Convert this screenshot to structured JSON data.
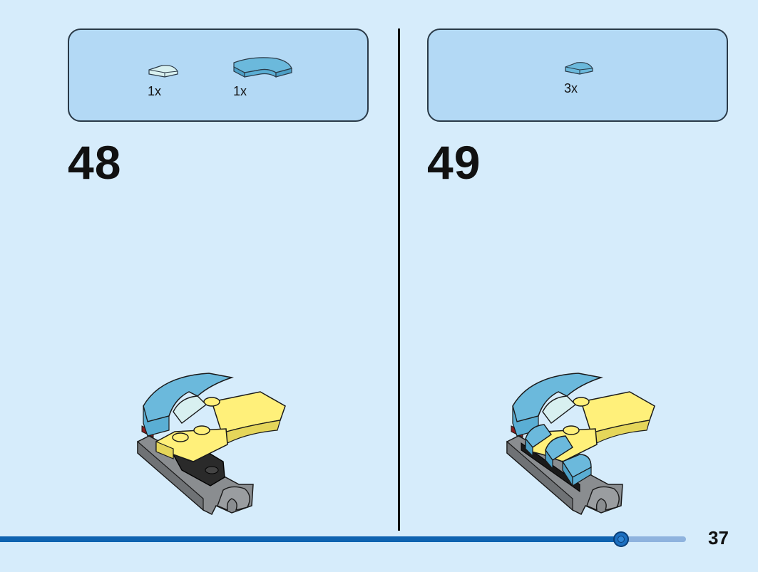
{
  "steps": [
    {
      "number": "48",
      "parts": [
        {
          "icon": "quarter-tile-light-aqua-icon",
          "color": "#d8f0f0",
          "qty": "1x"
        },
        {
          "icon": "curved-tile-medium-azure-icon",
          "color": "#6bb9dc",
          "qty": "1x"
        }
      ]
    },
    {
      "number": "49",
      "parts": [
        {
          "icon": "quarter-tile-medium-azure-icon",
          "color": "#6bb9dc",
          "qty": "3x"
        }
      ]
    }
  ],
  "footer": {
    "page_number": "37",
    "progress": 0.905
  },
  "colors": {
    "background": "#d6ecfb",
    "parts_box": "#b3d9f5",
    "progress_fill": "#0f63b0",
    "progress_track": "#8fb3de",
    "brick_yellow": "#fff07a",
    "brick_azure": "#6bb9dc",
    "brick_gray": "#8a8d90",
    "brick_black": "#1a1a1a"
  }
}
